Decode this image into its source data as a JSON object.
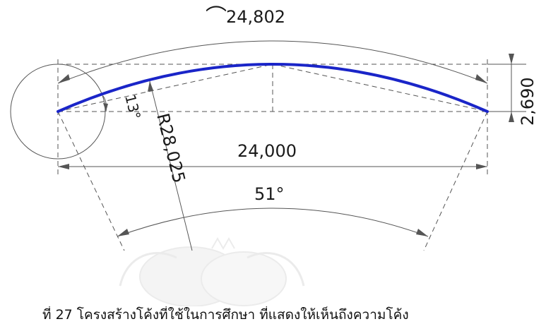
{
  "diagram": {
    "arc_length_symbol": "⌒",
    "arc_length_value": "24,802",
    "rise_value": "2,690",
    "chord_value": "24,000",
    "radius_value": "R28,025",
    "central_angle_value": "51°",
    "tangent_angle_value": "13°"
  },
  "colors": {
    "arch": "#1a25c8",
    "lines": "#555555",
    "watermark": "#e9e9e9"
  },
  "caption": {
    "text": "ที่ 27 โครงสร้างโค้งที่ใช้ในการศึกษา ที่แสดงให้เห็นถึงความโค้ง"
  }
}
